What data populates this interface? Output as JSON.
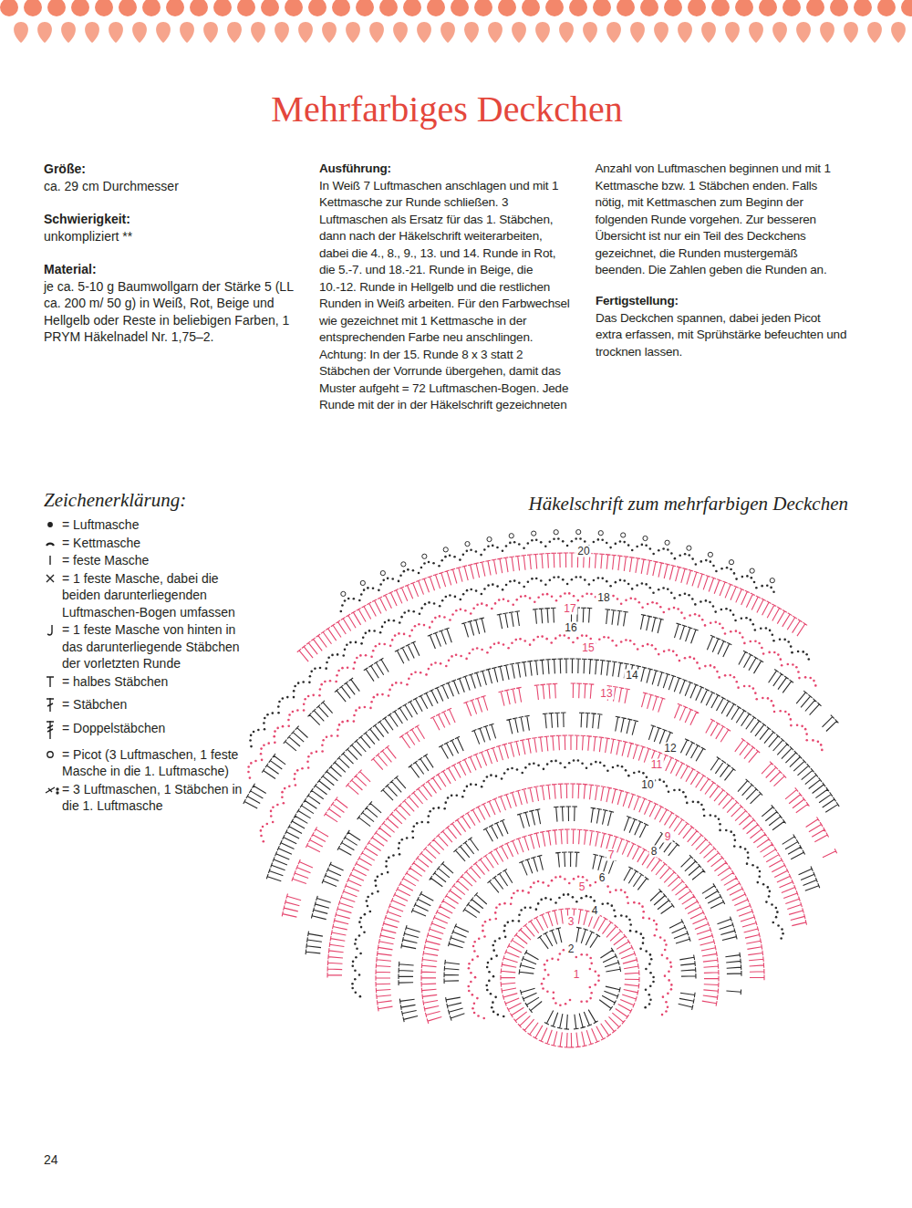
{
  "diagram": {
    "title": "Mehrfarbiges Deckchen",
    "labels": [
      "Größe:",
      "ca. 29 cm Durchmesser",
      "Schwierigkeit:",
      "unkompliziert **",
      "Material:",
      "je ca. 5-10 g Baumwollgarn der Stärke 5 (LL ca. 200 m/ 50 g) in Weiß, Rot, Beige und Hellgelb oder Reste in beliebigen Farben, 1 PRYM Häkelnadel Nr. 1,75–2.",
      "Ausführung:",
      "In Weiß 7 Luftmaschen anschlagen und mit 1 Kettmasche zur Runde schließen. 3 Luftmaschen als Ersatz für das 1. Stäbchen, dann nach der Häkelschrift weiterarbeiten, dabei die 4., 8., 9., 13. und 14. Runde in Rot, die 5.-7. und 18.-21. Runde in Beige, die 10.-12. Runde in Hellgelb und die restlichen Runden in Weiß arbeiten. Für den Farbwechsel wie gezeichnet mit 1 Kettmasche in der entsprechenden Farbe neu anschlingen. Achtung: In der 15. Runde 8 x 3 statt 2 Stäbchen der Vorrunde übergehen, damit das Muster aufgeht = 72 Luftmaschen-Bogen. Jede Runde mit der in der Häkelschrift gezeichneten Anzahl von Luftmaschen beginnen und mit 1 Kettmasche bzw. 1 Stäbchen enden. Falls nötig, mit Kettmaschen zum Beginn der folgenden Runde vorgehen. Zur besseren Übersicht ist nur ein Teil des Deckchens gezeichnet, die Runden mustergemäß beenden. Die Zahlen geben die Runden an.",
      "Fertigstellung:",
      "Das Deckchen spannen, dabei jeden Picot extra erfassen, mit Sprühstärke befeuchten und trocknen lassen.",
      "Zeichenerklärung:",
      "Häkelschrift zum mehrfarbigen Deckchen",
      "24",
      "1",
      "2",
      "3",
      "4",
      "5",
      "6",
      "7",
      "8",
      "9",
      "10",
      "11",
      "12",
      "13",
      "14",
      "15",
      "16",
      "17",
      "18",
      "20"
    ],
    "legend": [
      {
        "text": "= Luftmasche"
      },
      {
        "text": "= Kettmasche"
      },
      {
        "text": "= feste Masche"
      },
      {
        "text": "= 1 feste Masche, dabei die beiden darunterliegenden Luftmaschen-Bogen umfassen"
      },
      {
        "text": "= 1 feste Masche von hinten in das darunterliegende Stäbchen der vorletzten Runde"
      },
      {
        "text": "= halbes Stäbchen"
      },
      {
        "text": "= Stäbchen"
      },
      {
        "text": "= Doppelstäbchen"
      },
      {
        "text": "= Picot (3 Luftmaschen, 1 feste Masche in die 1. Luftmasche)"
      },
      {
        "text": "= 3 Luftmaschen, 1 Stäbchen in die 1. Luftmasche"
      }
    ]
  }
}
